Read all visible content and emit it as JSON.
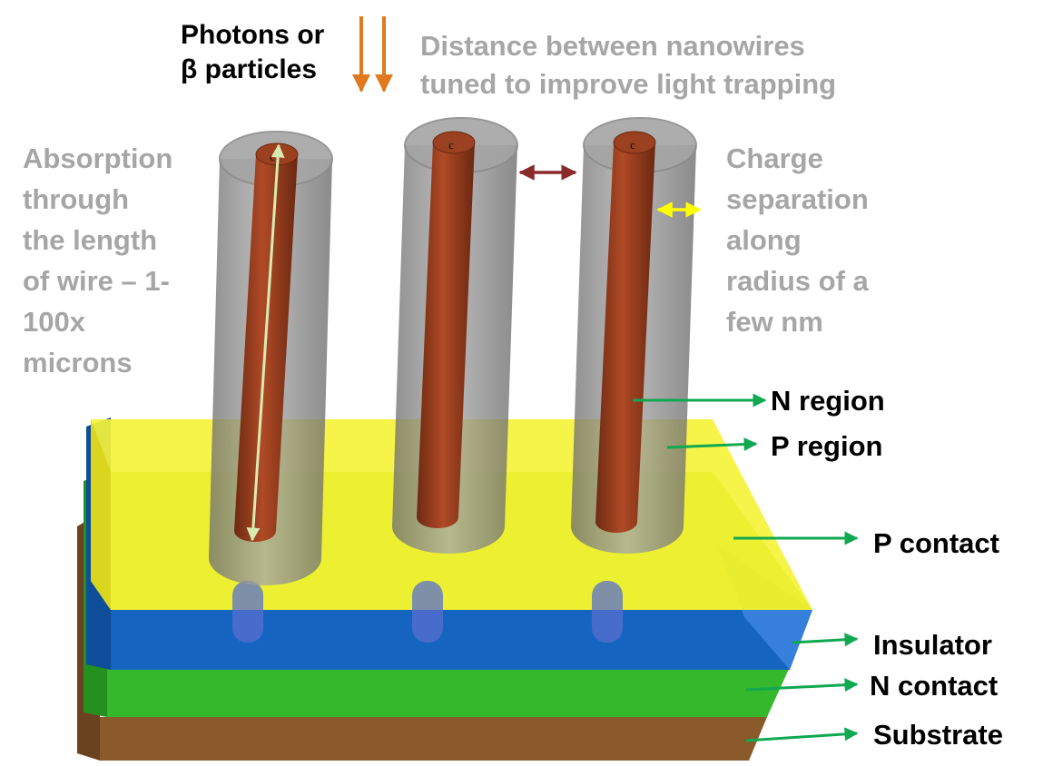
{
  "incoming": {
    "text": "Photons or\nβ particles"
  },
  "spacing_note": {
    "text": "Distance between nanowires\ntuned to improve light trapping"
  },
  "absorption_note": {
    "text": "Absorption\nthrough\nthe length\nof wire – 1-\n100x\nmicrons"
  },
  "charge_note": {
    "text": "Charge\nseparation\nalong\nradius of a\nfew nm"
  },
  "layers": [
    {
      "id": "n-region",
      "label": "N region"
    },
    {
      "id": "p-region",
      "label": "P region"
    },
    {
      "id": "p-contact",
      "label": "P contact"
    },
    {
      "id": "insulator",
      "label": "Insulator"
    },
    {
      "id": "n-contact",
      "label": "N contact"
    },
    {
      "id": "substrate",
      "label": "Substrate"
    }
  ],
  "core_marker": "c",
  "colors": {
    "p_contact": "#f0f020",
    "insulator": "#1565c0",
    "n_contact": "#35b82c",
    "substrate": "#8b5a2b",
    "shell": "#8c8c8c",
    "core": "#8b3a1e",
    "photon_arrow": "#e07a1f",
    "label_arrow": "#10a850",
    "spacing_arrow": "#8b2a2a",
    "radius_arrow": "#ffff00",
    "length_arrow": "#d8ecb0"
  }
}
